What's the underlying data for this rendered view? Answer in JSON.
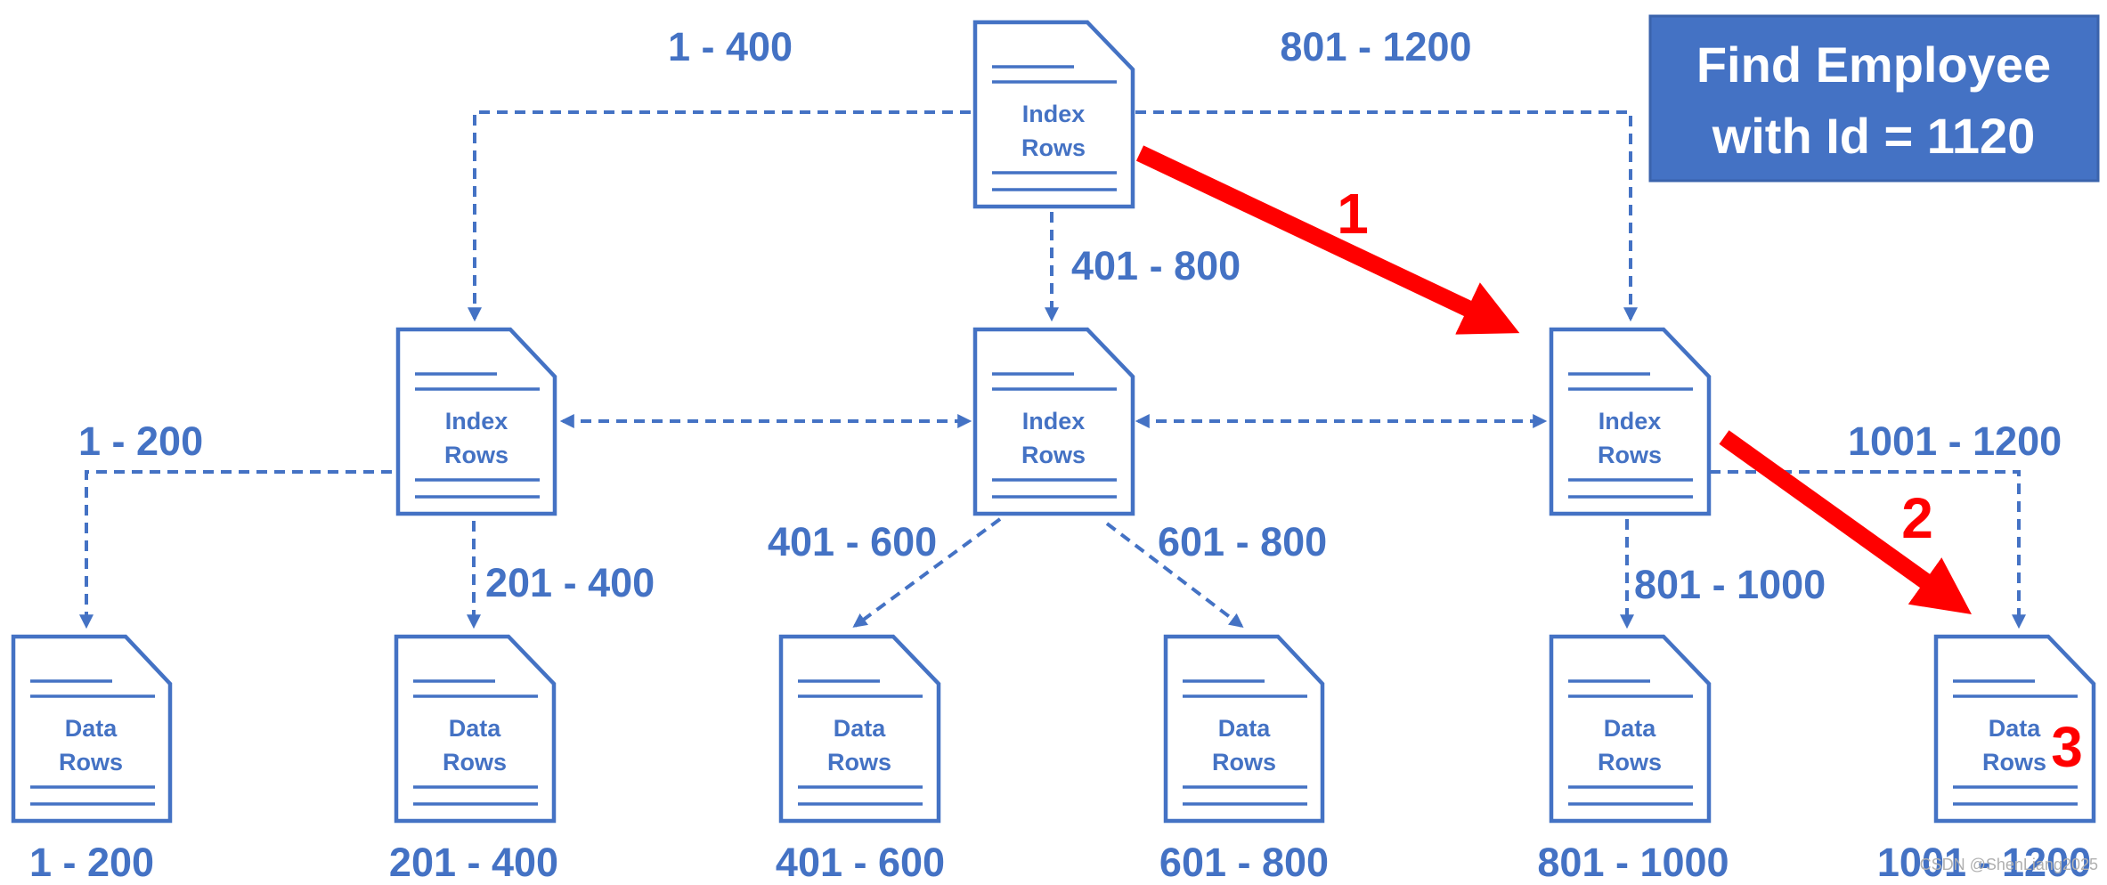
{
  "title": {
    "line1": "Find Employee",
    "line2": "with Id = 1120"
  },
  "colors": {
    "blue": "#4472c4",
    "red": "#ff0000",
    "white": "#ffffff"
  },
  "nodes": {
    "root": {
      "line1": "Index",
      "line2": "Rows"
    },
    "mid_left": {
      "line1": "Index",
      "line2": "Rows"
    },
    "mid_center": {
      "line1": "Index",
      "line2": "Rows"
    },
    "mid_right": {
      "line1": "Index",
      "line2": "Rows"
    },
    "leaf_1": {
      "line1": "Data",
      "line2": "Rows"
    },
    "leaf_2": {
      "line1": "Data",
      "line2": "Rows"
    },
    "leaf_3": {
      "line1": "Data",
      "line2": "Rows"
    },
    "leaf_4": {
      "line1": "Data",
      "line2": "Rows"
    },
    "leaf_5": {
      "line1": "Data",
      "line2": "Rows"
    },
    "leaf_6": {
      "line1": "Data",
      "line2": "Rows"
    }
  },
  "ranges": {
    "root_left": "1 - 400",
    "root_center": "401 - 800",
    "root_right": "801 - 1200",
    "left_left": "1 - 200",
    "left_right": "201 - 400",
    "center_left": "401 - 600",
    "center_right": "601 - 800",
    "right_left": "801 - 1000",
    "right_right": "1001 - 1200"
  },
  "leaf_labels": {
    "leaf_1": "1 - 200",
    "leaf_2": "201 - 400",
    "leaf_3": "401 - 600",
    "leaf_4": "601 - 800",
    "leaf_5": "801 - 1000",
    "leaf_6": "1001 - 1200"
  },
  "steps": {
    "step1": "1",
    "step2": "2",
    "step3": "3"
  },
  "watermark": "CSDN @ShenLiang2025"
}
